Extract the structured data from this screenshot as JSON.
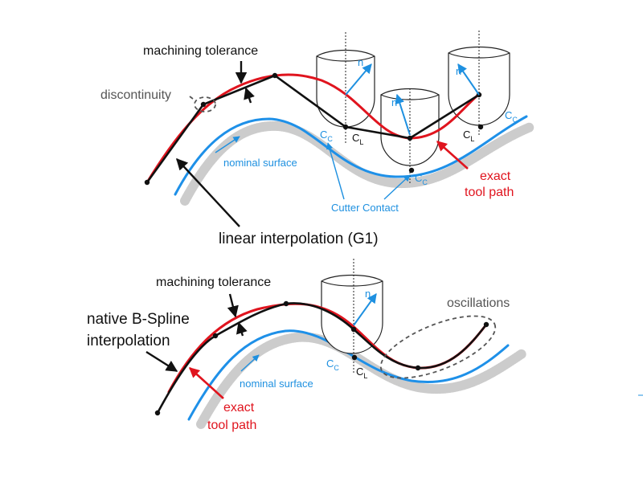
{
  "top": {
    "machining_tolerance": "machining tolerance",
    "discontinuity": "discontinuity",
    "nominal_surface": "nominal surface",
    "cutter_contact": "Cutter Contact",
    "exact_line1": "exact",
    "exact_line2": "tool path",
    "caption": "linear interpolation (G1)",
    "n": "n",
    "cc_c": "C",
    "cc_sub": "C",
    "cl_c": "C",
    "cl_sub": "L"
  },
  "bottom": {
    "machining_tolerance": "machining tolerance",
    "native_line1": "native B-Spline",
    "native_line2": "interpolation",
    "oscillations": "oscillations",
    "nominal_surface": "nominal surface",
    "exact_line1": "exact",
    "exact_line2": "tool path",
    "n": "n",
    "cc_c": "C",
    "cc_sub": "C",
    "cl_c": "C",
    "cl_sub": "L"
  },
  "colors": {
    "surface": "#1e90e8",
    "tool_path": "#e0141e",
    "interpolation": "#111111",
    "annotation_grey": "#555555"
  }
}
